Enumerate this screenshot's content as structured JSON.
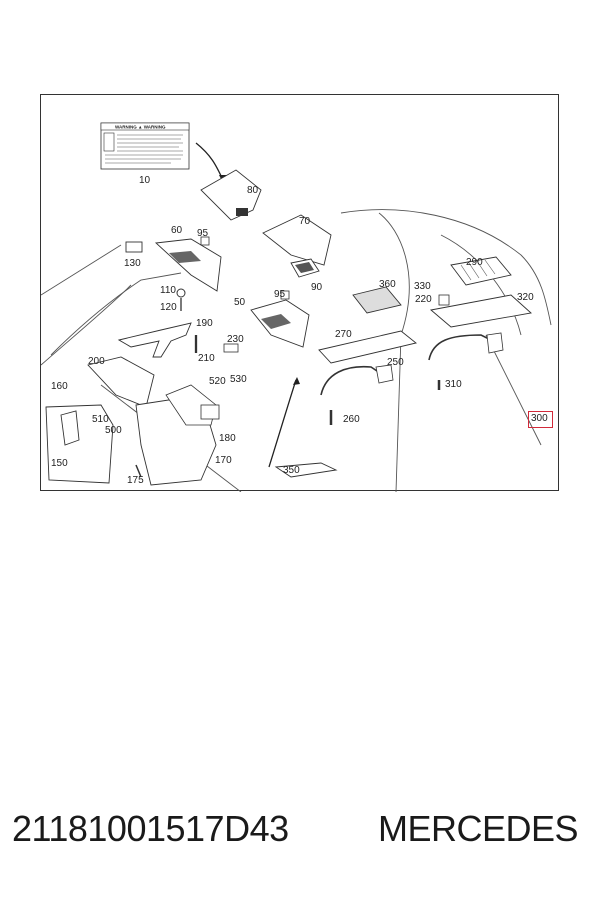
{
  "diagram": {
    "warning_header": "WARNING ▲ WARNING",
    "callouts": {
      "c10": "10",
      "c80": "80",
      "c70": "70",
      "c60": "60",
      "c95a": "95",
      "c130": "130",
      "c90": "90",
      "c110": "110",
      "c120": "120",
      "c50": "50",
      "c95b": "95",
      "c190": "190",
      "c230": "230",
      "c200": "200",
      "c210": "210",
      "c160": "160",
      "c520": "520",
      "c530": "530",
      "c510": "510",
      "c500": "500",
      "c180": "180",
      "c150": "150",
      "c170": "170",
      "c175": "175",
      "c350": "350",
      "c360": "360",
      "c290": "290",
      "c330": "330",
      "c220": "220",
      "c320": "320",
      "c270": "270",
      "c250": "250",
      "c310": "310",
      "c260": "260",
      "c300": "300"
    },
    "highlighted_part": "300"
  },
  "footer": {
    "part_number": "21181001517D43",
    "brand": "MERCEDES"
  },
  "colors": {
    "highlight": "#d22a3a",
    "line": "#333333"
  }
}
